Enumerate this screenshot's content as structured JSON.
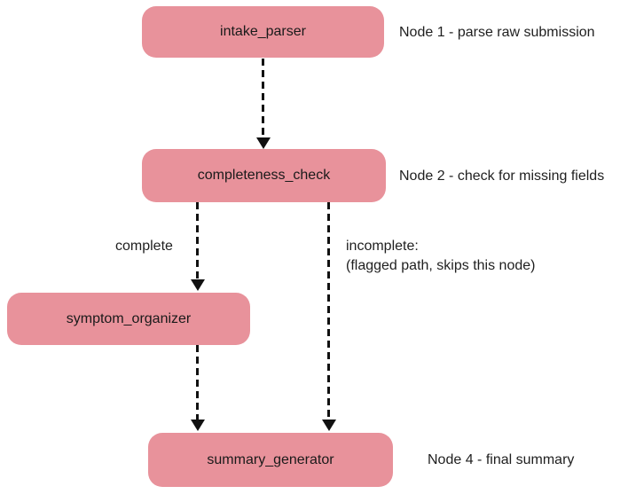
{
  "diagram": {
    "type": "flowchart",
    "background_color": "#ffffff",
    "node_fill_color": "#e8929b",
    "node_text_color": "#1a1a1a",
    "edge_color": "#111111",
    "edge_style": "dashed",
    "nodes": [
      {
        "id": "intake_parser",
        "label": "intake_parser",
        "annotation": "Node 1 - parse raw submission"
      },
      {
        "id": "completeness_check",
        "label": "completeness_check",
        "annotation": "Node 2 - check for missing fields"
      },
      {
        "id": "symptom_organizer",
        "label": "symptom_organizer",
        "annotation": ""
      },
      {
        "id": "summary_generator",
        "label": "summary_generator",
        "annotation": "Node 4 - final summary"
      }
    ],
    "edges": [
      {
        "from": "intake_parser",
        "to": "completeness_check",
        "label": ""
      },
      {
        "from": "completeness_check",
        "to": "symptom_organizer",
        "label": "complete"
      },
      {
        "from": "completeness_check",
        "to": "summary_generator",
        "label_line1": "incomplete:",
        "label_line2": "(flagged path, skips this node)"
      },
      {
        "from": "symptom_organizer",
        "to": "summary_generator",
        "label": ""
      }
    ]
  }
}
